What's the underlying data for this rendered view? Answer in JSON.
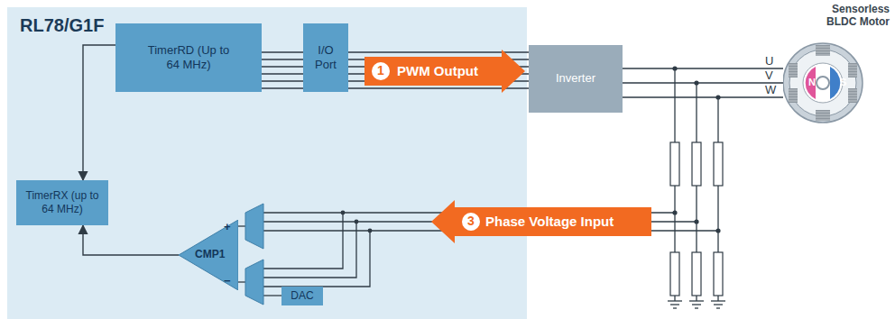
{
  "diagram": {
    "nodes": [
      {
        "text": [
          "RL78/G1F"
        ]
      },
      {
        "text": [
          "TimerRD (Up to 64 MHz)"
        ],
        "in": 0
      },
      {
        "text": [
          "I/O Port"
        ],
        "in": 0
      },
      {
        "text": [
          "TimerRX (up to 64 MHz)"
        ],
        "in": 0
      },
      {
        "text": [
          "CMP1"
        ],
        "in": 0
      },
      {
        "text": [
          "DAC"
        ],
        "in": 0
      },
      {
        "text": [
          "Inverter"
        ]
      },
      {
        "text": [
          "Sensorless BLDC Motor"
        ]
      }
    ],
    "edges": [
      {
        "from": 1,
        "to": 2,
        "arrow": "none"
      },
      {
        "from": 2,
        "to": 6,
        "arrow": "none"
      },
      {
        "from": 6,
        "to": 7,
        "arrow": "none"
      },
      {
        "from": 1,
        "to": 3,
        "arrow": "to"
      },
      {
        "from": 4,
        "to": 3,
        "arrow": "to"
      }
    ],
    "labels": [
      "1",
      "PWM Output",
      "3",
      "Phase Voltage Input",
      "U",
      "V",
      "W",
      "+",
      "−",
      "N",
      "S"
    ]
  }
}
